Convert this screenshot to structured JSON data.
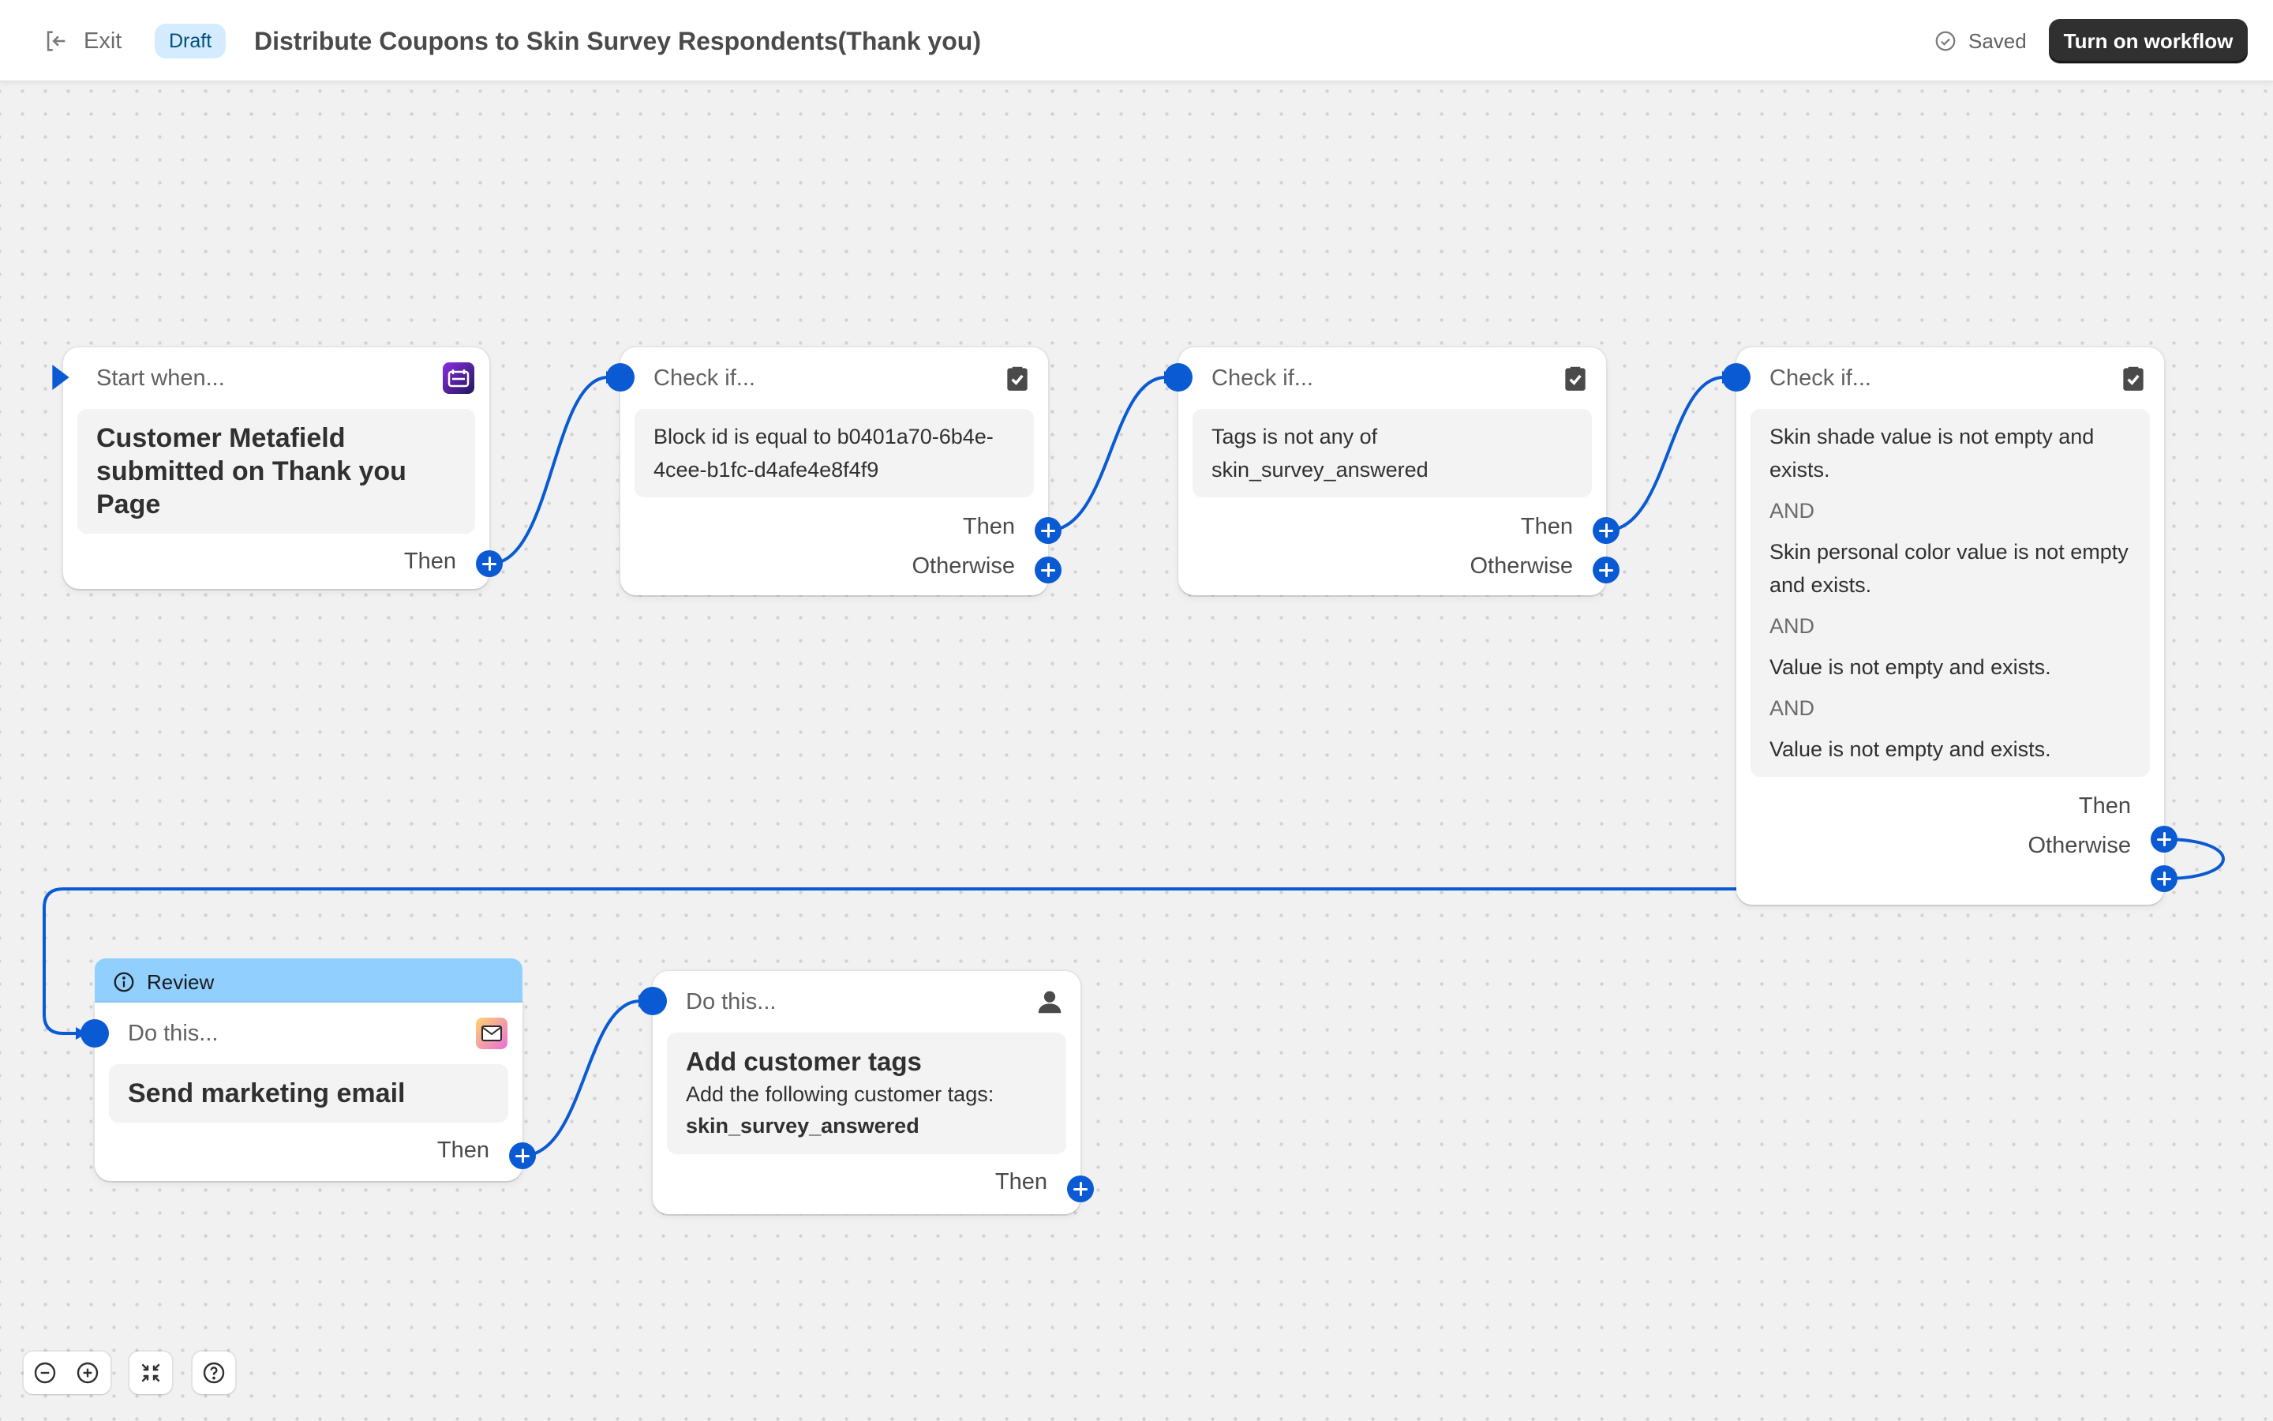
{
  "header": {
    "exit_label": "Exit",
    "status_badge": "Draft",
    "title": "Distribute Coupons to Skin Survey Respondents(Thank you)",
    "saved_label": "Saved",
    "primary_action": "Turn on workflow"
  },
  "nodes": {
    "trigger": {
      "heading": "Start when...",
      "icon": "flow-app-icon",
      "body": "Customer Metafield submitted on Thank you Page",
      "then_label": "Then"
    },
    "condition_1": {
      "heading": "Check if...",
      "icon": "clipboard-check-icon",
      "body": "Block id is equal to b0401a70-6b4e-4cee-b1fc-d4afe4e8f4f9",
      "then_label": "Then",
      "otherwise_label": "Otherwise"
    },
    "condition_2": {
      "heading": "Check if...",
      "icon": "clipboard-check-icon",
      "body": "Tags is not any of skin_survey_answered",
      "then_label": "Then",
      "otherwise_label": "Otherwise"
    },
    "condition_3": {
      "heading": "Check if...",
      "icon": "clipboard-check-icon",
      "clauses": [
        "Skin shade value is not empty and exists.",
        "AND",
        "Skin personal color value is not empty and exists.",
        "AND",
        "Value is not empty and exists.",
        "AND",
        "Value is not empty and exists."
      ],
      "then_label": "Then",
      "otherwise_label": "Otherwise"
    },
    "action_email": {
      "review_label": "Review",
      "heading": "Do this...",
      "icon": "email-app-icon",
      "body": "Send marketing email",
      "then_label": "Then"
    },
    "action_tags": {
      "heading": "Do this...",
      "icon": "person-icon",
      "title": "Add customer tags",
      "description": "Add the following customer tags:",
      "tag": "skin_survey_answered",
      "then_label": "Then"
    }
  },
  "controls": {
    "icons": [
      "zoom-out-icon",
      "zoom-in-icon",
      "fit-view-icon",
      "help-icon"
    ]
  },
  "colors": {
    "accent": "#0a5ad4",
    "review": "#91cfff",
    "draft_badge": "#d5ebff",
    "primary_button": "#303030"
  }
}
